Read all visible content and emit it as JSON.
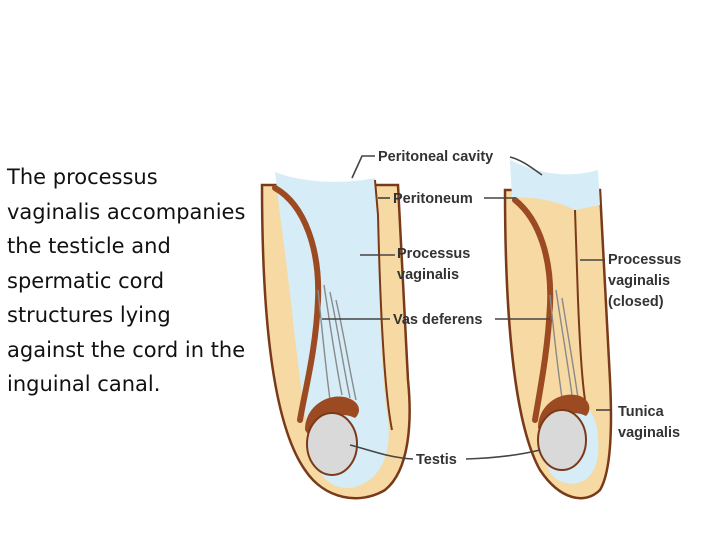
{
  "slide": {
    "body_text": "The processus vaginalis accompanies the testicle and spermatic cord structures lying against the cord in the inguinal canal."
  },
  "diagram": {
    "labels": {
      "peritoneal_cavity": "Peritoneal cavity",
      "peritoneum": "Peritoneum",
      "processus_vaginalis_line1": "Processus",
      "processus_vaginalis_line2": "vaginalis",
      "vas_deferens": "Vas deferens",
      "testis": "Testis",
      "processus_closed_line1": "Processus",
      "processus_closed_line2": "vaginalis",
      "processus_closed_line3": "(closed)",
      "tunica_line1": "Tunica",
      "tunica_line2": "vaginalis"
    },
    "colors": {
      "skin_tan": "#f6d9a3",
      "outline_brown": "#7a3a1a",
      "cavity_blue": "#d6ecf6",
      "vas_brown": "#9c4a22",
      "testis_gray": "#d9d9d9",
      "label_gray": "#333333"
    }
  }
}
